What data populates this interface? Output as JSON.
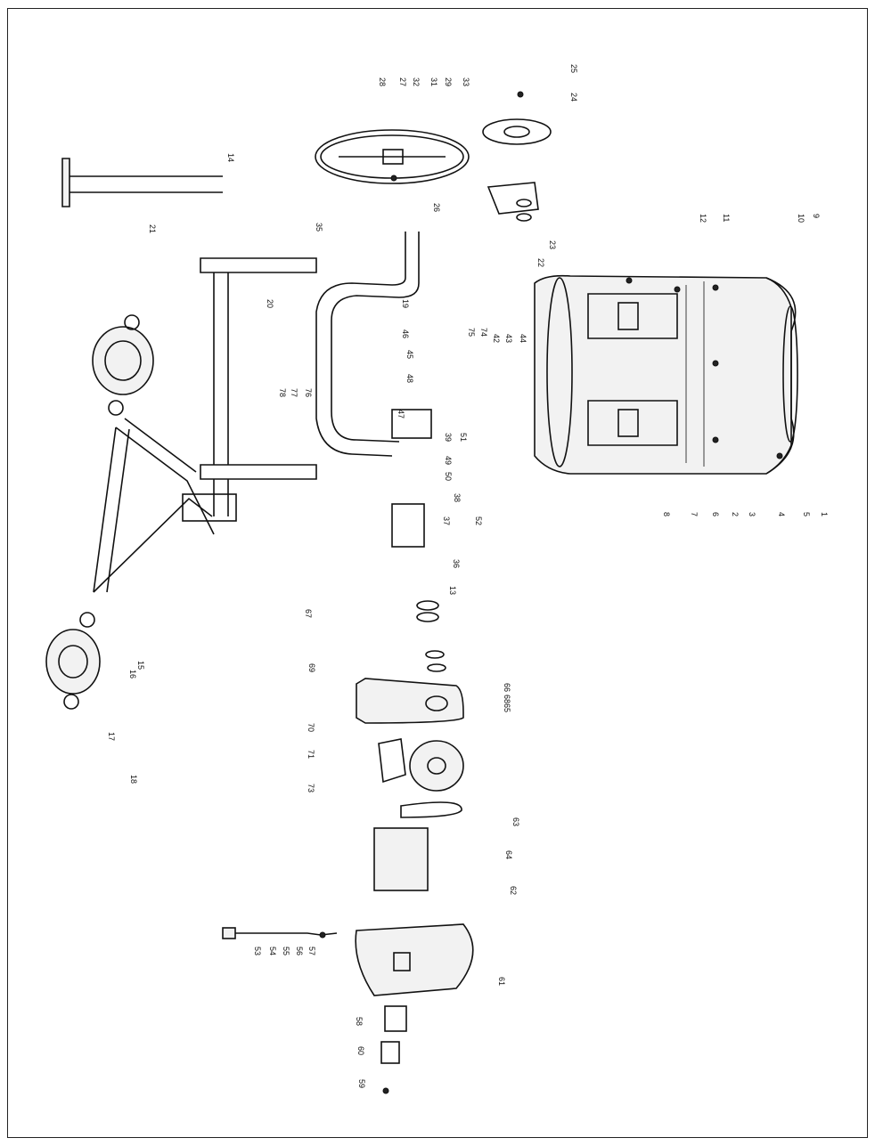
{
  "diagram": {
    "callouts": [
      "1",
      "2",
      "3",
      "4",
      "5",
      "6",
      "7",
      "8",
      "9",
      "10",
      "11",
      "12",
      "13",
      "14",
      "15",
      "16",
      "17",
      "18",
      "19",
      "20",
      "21",
      "22",
      "23",
      "24",
      "25",
      "26",
      "27",
      "28",
      "29",
      "31",
      "32",
      "33",
      "35",
      "36",
      "37",
      "38",
      "39",
      "42",
      "43",
      "44",
      "45",
      "46",
      "47",
      "48",
      "49",
      "50",
      "51",
      "52",
      "53",
      "54",
      "55",
      "56",
      "57",
      "58",
      "59",
      "60",
      "61",
      "62",
      "63",
      "64",
      "65",
      "66",
      "67",
      "68",
      "69",
      "70",
      "71",
      "73",
      "74",
      "75",
      "76",
      "77",
      "78"
    ],
    "parts": {
      "drum": "drum-assembly",
      "frame": "stand-frame",
      "wheels": "wheel-assembly",
      "motor": "motor-assembly",
      "cover": "motor-cover",
      "handwheel": "tilt-handwheel",
      "cord": "power-cord"
    }
  }
}
